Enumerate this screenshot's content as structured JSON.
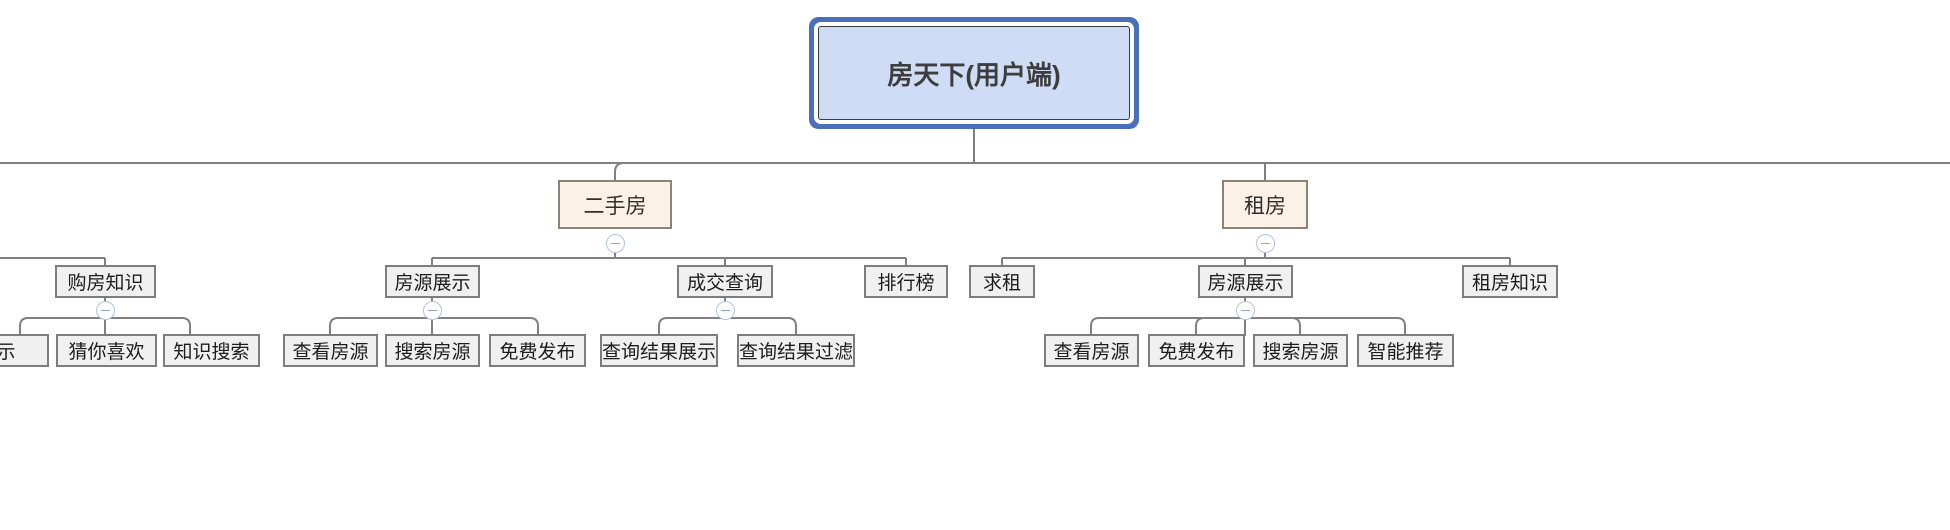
{
  "diagram": {
    "type": "mind-map-tree",
    "orientation": "top-down",
    "title_node": "房天下(用户端)",
    "colors": {
      "root_fill": "#cfdcf5",
      "root_selection": "#4a6fbb",
      "level2_fill": "#fcf1e7",
      "level2_border": "#8c8276",
      "node_fill": "#f0f0f0",
      "node_border": "#7d7d7d",
      "connector": "#808080",
      "toggle_border": "#aec3e8",
      "background": "#ffffff"
    },
    "toggle_icon": "collapse-minus-icon"
  },
  "nodes": {
    "root": {
      "label": "房天下(用户端)",
      "level": 1
    },
    "n_ershoufang": {
      "label": "二手房",
      "level": 2
    },
    "n_zufang": {
      "label": "租房",
      "level": 2
    },
    "n_goufangzhishi": {
      "label": "购房知识",
      "level": 3
    },
    "n_fangyuanzhanshi_esf": {
      "label": "房源展示",
      "level": 3
    },
    "n_chengjiaochaxun": {
      "label": "成交查询",
      "level": 3
    },
    "n_paihangbang": {
      "label": "排行榜",
      "level": 3
    },
    "n_qiuzu": {
      "label": "求租",
      "level": 3
    },
    "n_fangyuanzhanshi_zf": {
      "label": "房源展示",
      "level": 3
    },
    "n_zufangzhishi": {
      "label": "租房知识",
      "level": 3
    },
    "l_zhanshi": {
      "label": "展示",
      "level": 4,
      "truncated": true
    },
    "l_cainixihuan": {
      "label": "猜你喜欢",
      "level": 4
    },
    "l_zhishisousuo": {
      "label": "知识搜索",
      "level": 4
    },
    "l_chakanfangyuan_esf": {
      "label": "查看房源",
      "level": 4
    },
    "l_sousuofangyuan_esf": {
      "label": "搜索房源",
      "level": 4
    },
    "l_mianfeifabu_esf": {
      "label": "免费发布",
      "level": 4
    },
    "l_chaxunjieguozhanshi": {
      "label": "查询结果展示",
      "level": 4
    },
    "l_chaxunjieguoguolv": {
      "label": "查询结果过滤",
      "level": 4
    },
    "l_chakanfangyuan_zf": {
      "label": "查看房源",
      "level": 4
    },
    "l_mianfeifabu_zf": {
      "label": "免费发布",
      "level": 4
    },
    "l_sousuofangyuan_zf": {
      "label": "搜索房源",
      "level": 4
    },
    "l_zhinengtuijian": {
      "label": "智能推荐",
      "level": 4
    }
  }
}
